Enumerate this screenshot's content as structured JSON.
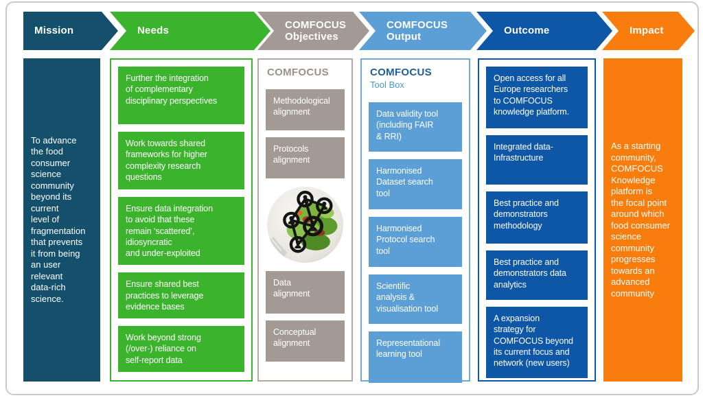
{
  "stages": [
    {
      "label": "Mission"
    },
    {
      "label": "Needs"
    },
    {
      "label": "COMFOCUS\nObjectives"
    },
    {
      "label": "COMFOCUS\nOutput"
    },
    {
      "label": "Outcome"
    },
    {
      "label": "Impact"
    }
  ],
  "colors": {
    "mission": "#14506B",
    "needs": "#3CB32D",
    "objectives": "#A39B93",
    "output": "#5C9FD6",
    "outcome": "#0E56A6",
    "impact": "#F87D0D"
  },
  "mission": {
    "text": "To advance\nthe food\nconsumer\nscience\ncommunity\nbeyond its\ncurrent\nlevel of\nfragmentation\nthat prevents\nit from being\nan user\nrelevant\ndata-rich\nscience."
  },
  "needs": {
    "items": [
      "Further the integration\nof complementary\ndisciplinary perspectives",
      "Work towards shared\nframeworks for higher\ncomplexity research\nquestions",
      "Ensure data integration\nto avoid that these\nremain ‘scattered’,\nidiosyncratic\nand under-exploited",
      "Ensure shared best\npractices to leverage\nevidence bases",
      "Work beyond strong\n(/over-) reliance on\nself-report data"
    ]
  },
  "objectives": {
    "title": "COMFOCUS",
    "items": [
      "Methodological\nalignment",
      "Protocols\nalignment",
      "Data\nalignment",
      "Conceptual\nalignment"
    ],
    "image": "salad-with-people-network-overlay"
  },
  "output": {
    "title": "COMFOCUS",
    "subtitle": "Tool Box",
    "items": [
      "Data validity tool\n(including FAIR\n& RRI)",
      "Harmonised\nDataset search\ntool",
      "Harmonised\nProtocol search\ntool",
      "Scientific\nanalysis &\nvisualisation tool",
      "Representational\nlearning tool"
    ]
  },
  "outcome": {
    "items": [
      "Open access for all\nEurope researchers\nto COMFOCUS\nknowledge platform.",
      "Integrated data-\nInfrastructure",
      "Best practice and\ndemonstrators\nmethodology",
      "Best practice and\ndemonstrators data\nanalytics",
      "A expansion\nstrategy for\nCOMFOCUS beyond\nits current focus and\nnetwork (new users)"
    ]
  },
  "impact": {
    "text": "As a starting\ncommunity,\nCOMFOCUS\nKnowledge\nplatform is\nthe focal point\naround which\nfood consumer\nscience\ncommunity\nprogresses\ntowards an\nadvanced\ncommunity"
  }
}
